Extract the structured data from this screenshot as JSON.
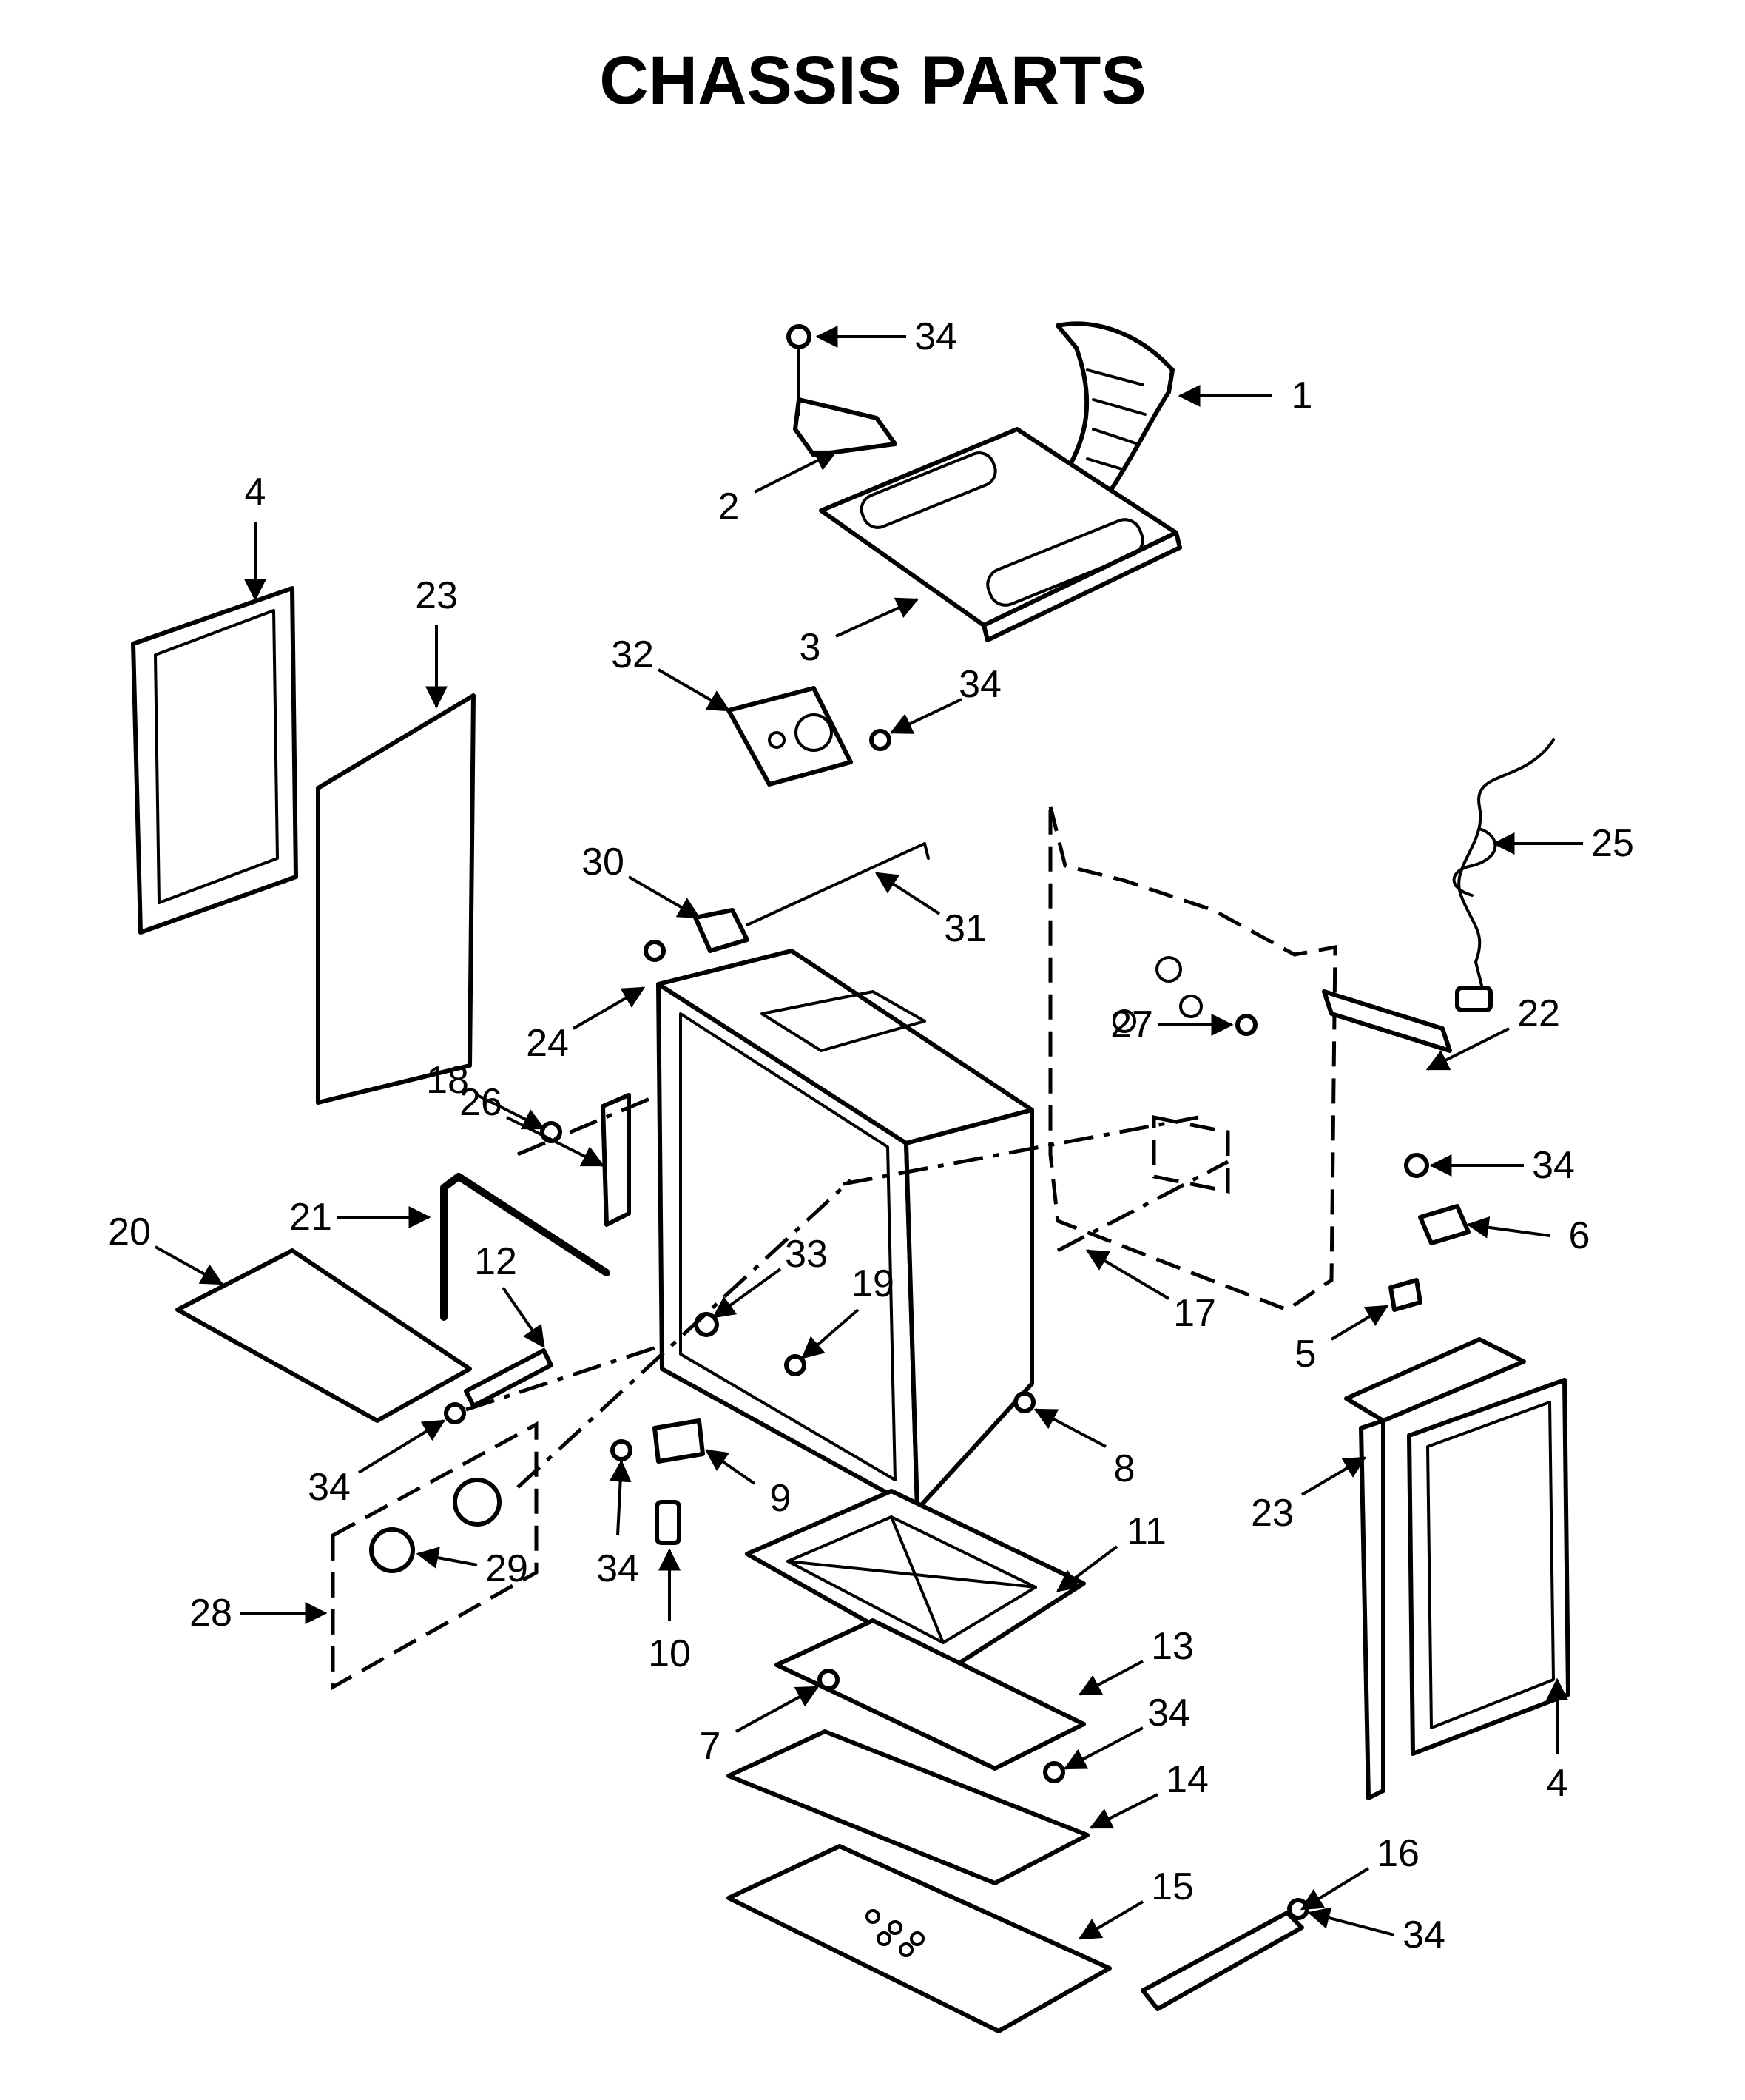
{
  "title": "CHASSIS PARTS",
  "callouts": [
    {
      "id": "c34a",
      "label": "34"
    },
    {
      "id": "c1",
      "label": "1"
    },
    {
      "id": "c2",
      "label": "2"
    },
    {
      "id": "c3",
      "label": "3"
    },
    {
      "id": "c32",
      "label": "32"
    },
    {
      "id": "c34b",
      "label": "34"
    },
    {
      "id": "c4a",
      "label": "4"
    },
    {
      "id": "c23a",
      "label": "23"
    },
    {
      "id": "c25",
      "label": "25"
    },
    {
      "id": "c30",
      "label": "30"
    },
    {
      "id": "c31",
      "label": "31"
    },
    {
      "id": "c24",
      "label": "24"
    },
    {
      "id": "c27",
      "label": "27"
    },
    {
      "id": "c22",
      "label": "22"
    },
    {
      "id": "c18",
      "label": "18"
    },
    {
      "id": "c26",
      "label": "26"
    },
    {
      "id": "c34c",
      "label": "34"
    },
    {
      "id": "c6",
      "label": "6"
    },
    {
      "id": "c21",
      "label": "21"
    },
    {
      "id": "c20",
      "label": "20"
    },
    {
      "id": "c12",
      "label": "12"
    },
    {
      "id": "c33",
      "label": "33"
    },
    {
      "id": "c19",
      "label": "19"
    },
    {
      "id": "c17",
      "label": "17"
    },
    {
      "id": "c5",
      "label": "5"
    },
    {
      "id": "c8",
      "label": "8"
    },
    {
      "id": "c34d",
      "label": "34"
    },
    {
      "id": "c9",
      "label": "9"
    },
    {
      "id": "c11",
      "label": "11"
    },
    {
      "id": "c23b",
      "label": "23"
    },
    {
      "id": "c29",
      "label": "29"
    },
    {
      "id": "c34e",
      "label": "34"
    },
    {
      "id": "c10",
      "label": "10"
    },
    {
      "id": "c28",
      "label": "28"
    },
    {
      "id": "c13",
      "label": "13"
    },
    {
      "id": "c7",
      "label": "7"
    },
    {
      "id": "c34f",
      "label": "34"
    },
    {
      "id": "c14",
      "label": "14"
    },
    {
      "id": "c4b",
      "label": "4"
    },
    {
      "id": "c15",
      "label": "15"
    },
    {
      "id": "c16",
      "label": "16"
    },
    {
      "id": "c34g",
      "label": "34"
    }
  ]
}
